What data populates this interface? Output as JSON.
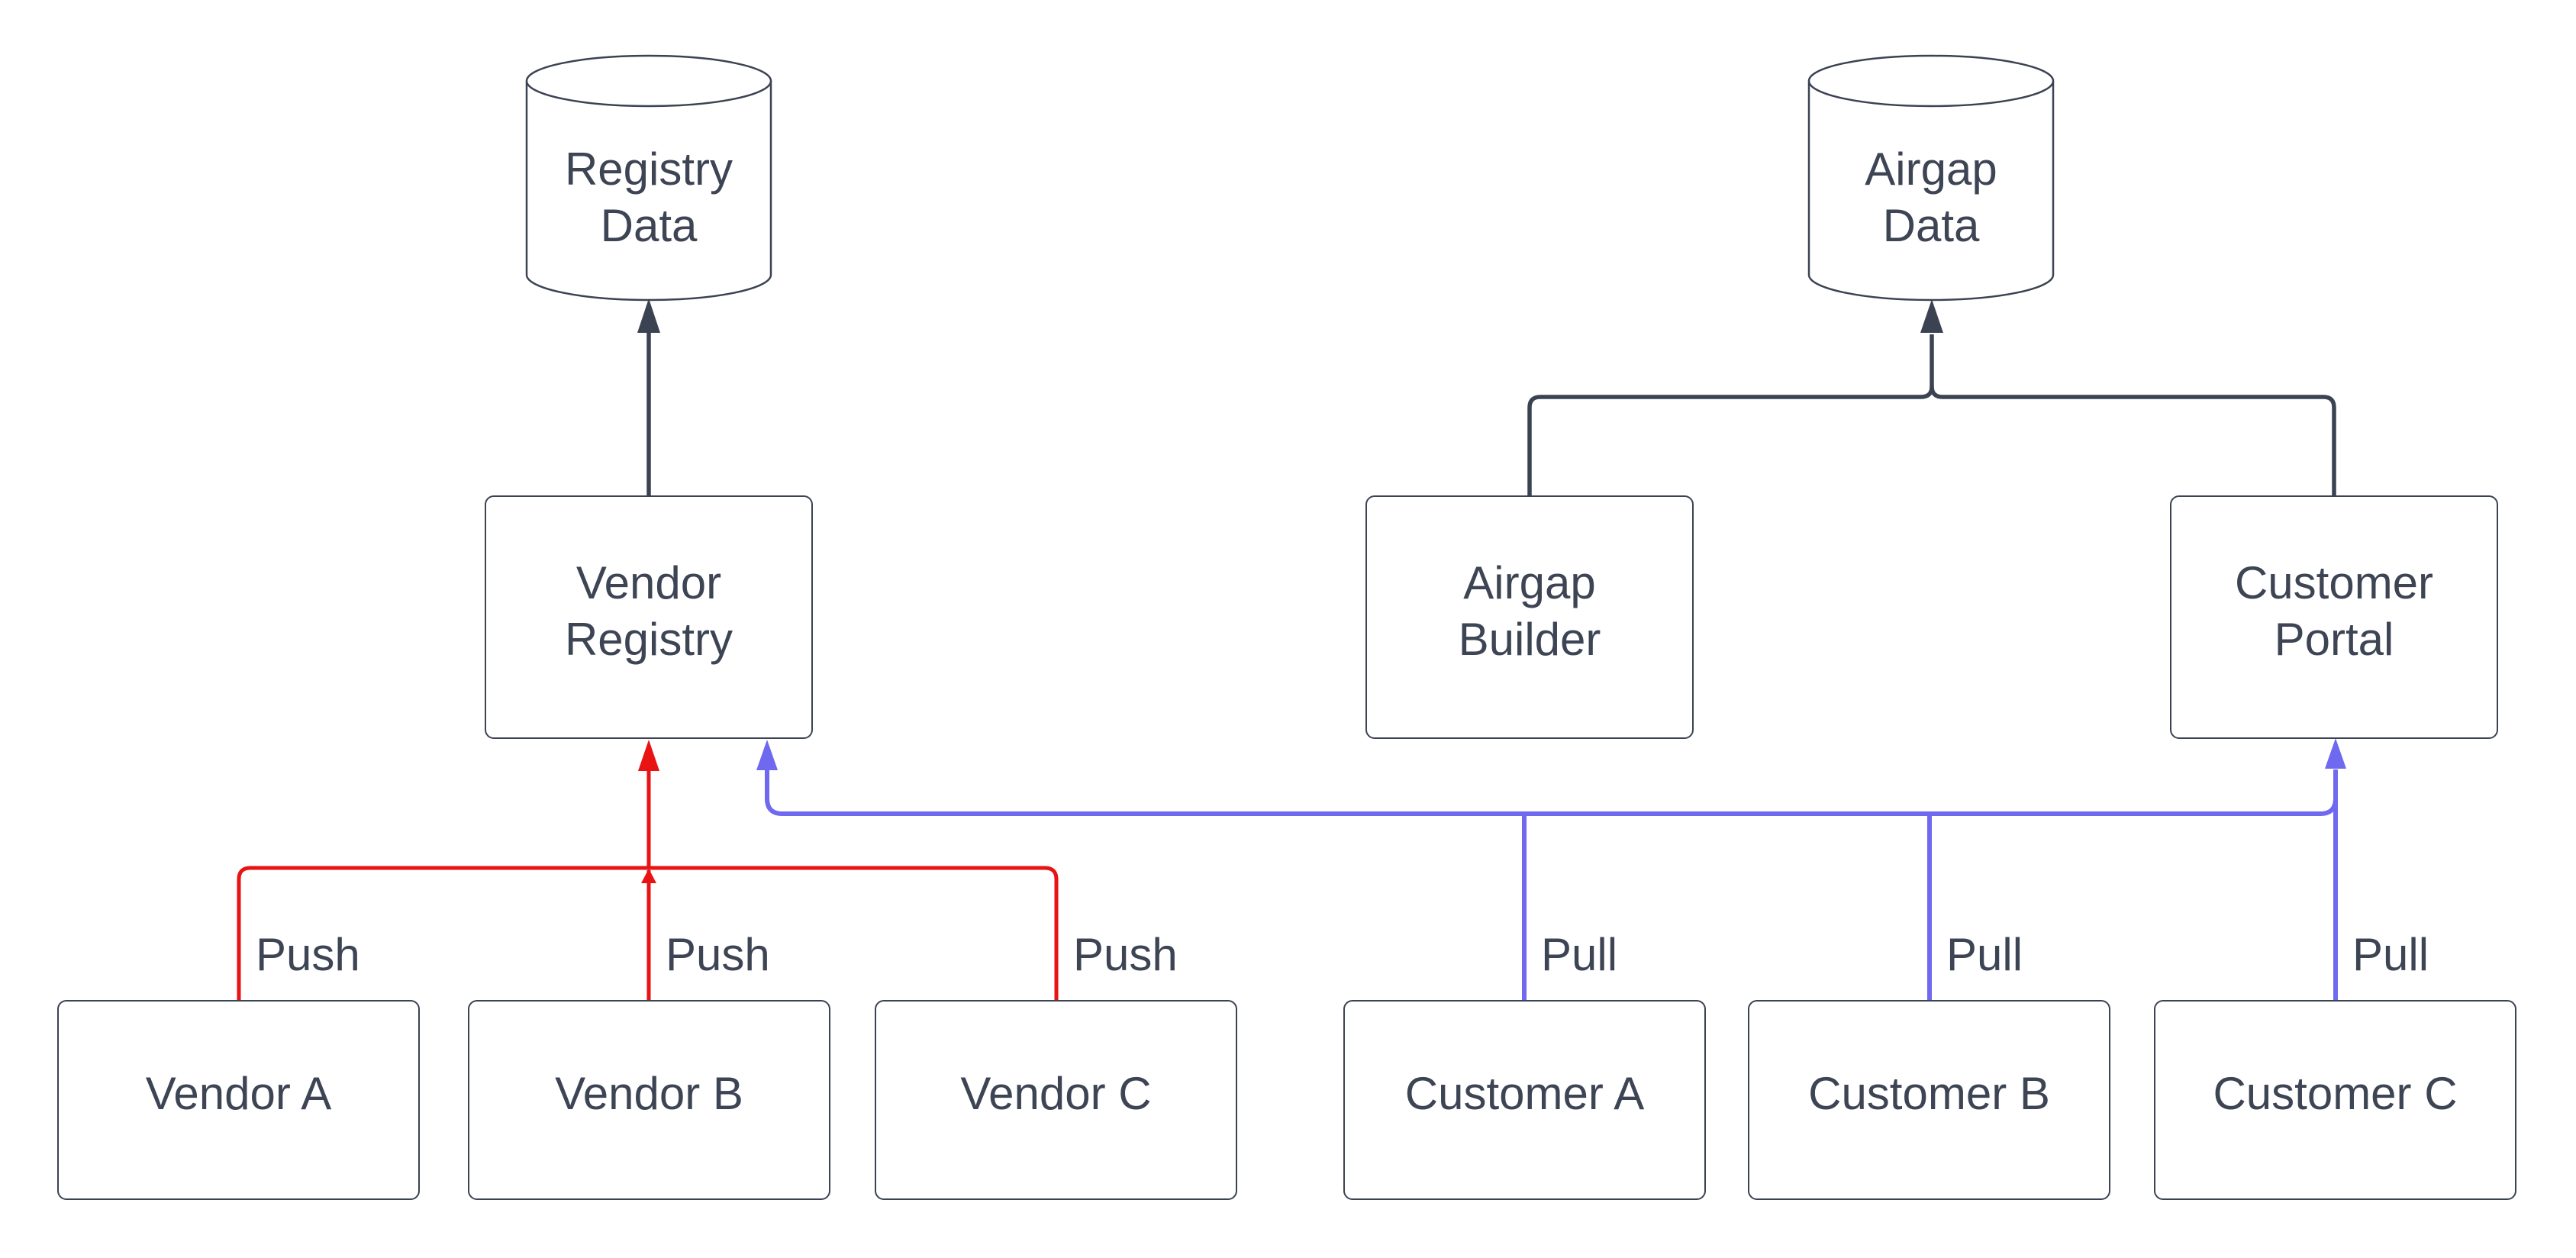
{
  "nodes": {
    "registry_data": {
      "label": "Registry\nData",
      "shape": "cylinder"
    },
    "airgap_data": {
      "label": "Airgap\nData",
      "shape": "cylinder"
    },
    "vendor_registry": {
      "label": "Vendor\nRegistry",
      "shape": "rectangle"
    },
    "airgap_builder": {
      "label": "Airgap\nBuilder",
      "shape": "rectangle"
    },
    "customer_portal": {
      "label": "Customer\nPortal",
      "shape": "rectangle"
    },
    "vendor_a": {
      "label": "Vendor A",
      "shape": "rectangle"
    },
    "vendor_b": {
      "label": "Vendor B",
      "shape": "rectangle"
    },
    "vendor_c": {
      "label": "Vendor C",
      "shape": "rectangle"
    },
    "customer_a": {
      "label": "Customer A",
      "shape": "rectangle"
    },
    "customer_b": {
      "label": "Customer B",
      "shape": "rectangle"
    },
    "customer_c": {
      "label": "Customer C",
      "shape": "rectangle"
    }
  },
  "edge_labels": {
    "push_a": "Push",
    "push_b": "Push",
    "push_c": "Push",
    "pull_a": "Pull",
    "pull_b": "Pull",
    "pull_c": "Pull"
  },
  "colors": {
    "dark": "#3b4252",
    "text": "#3d4454",
    "red": "#e81313",
    "blue": "#6f69f0",
    "node_fill": "#ffffff",
    "background": "#ffffff"
  }
}
